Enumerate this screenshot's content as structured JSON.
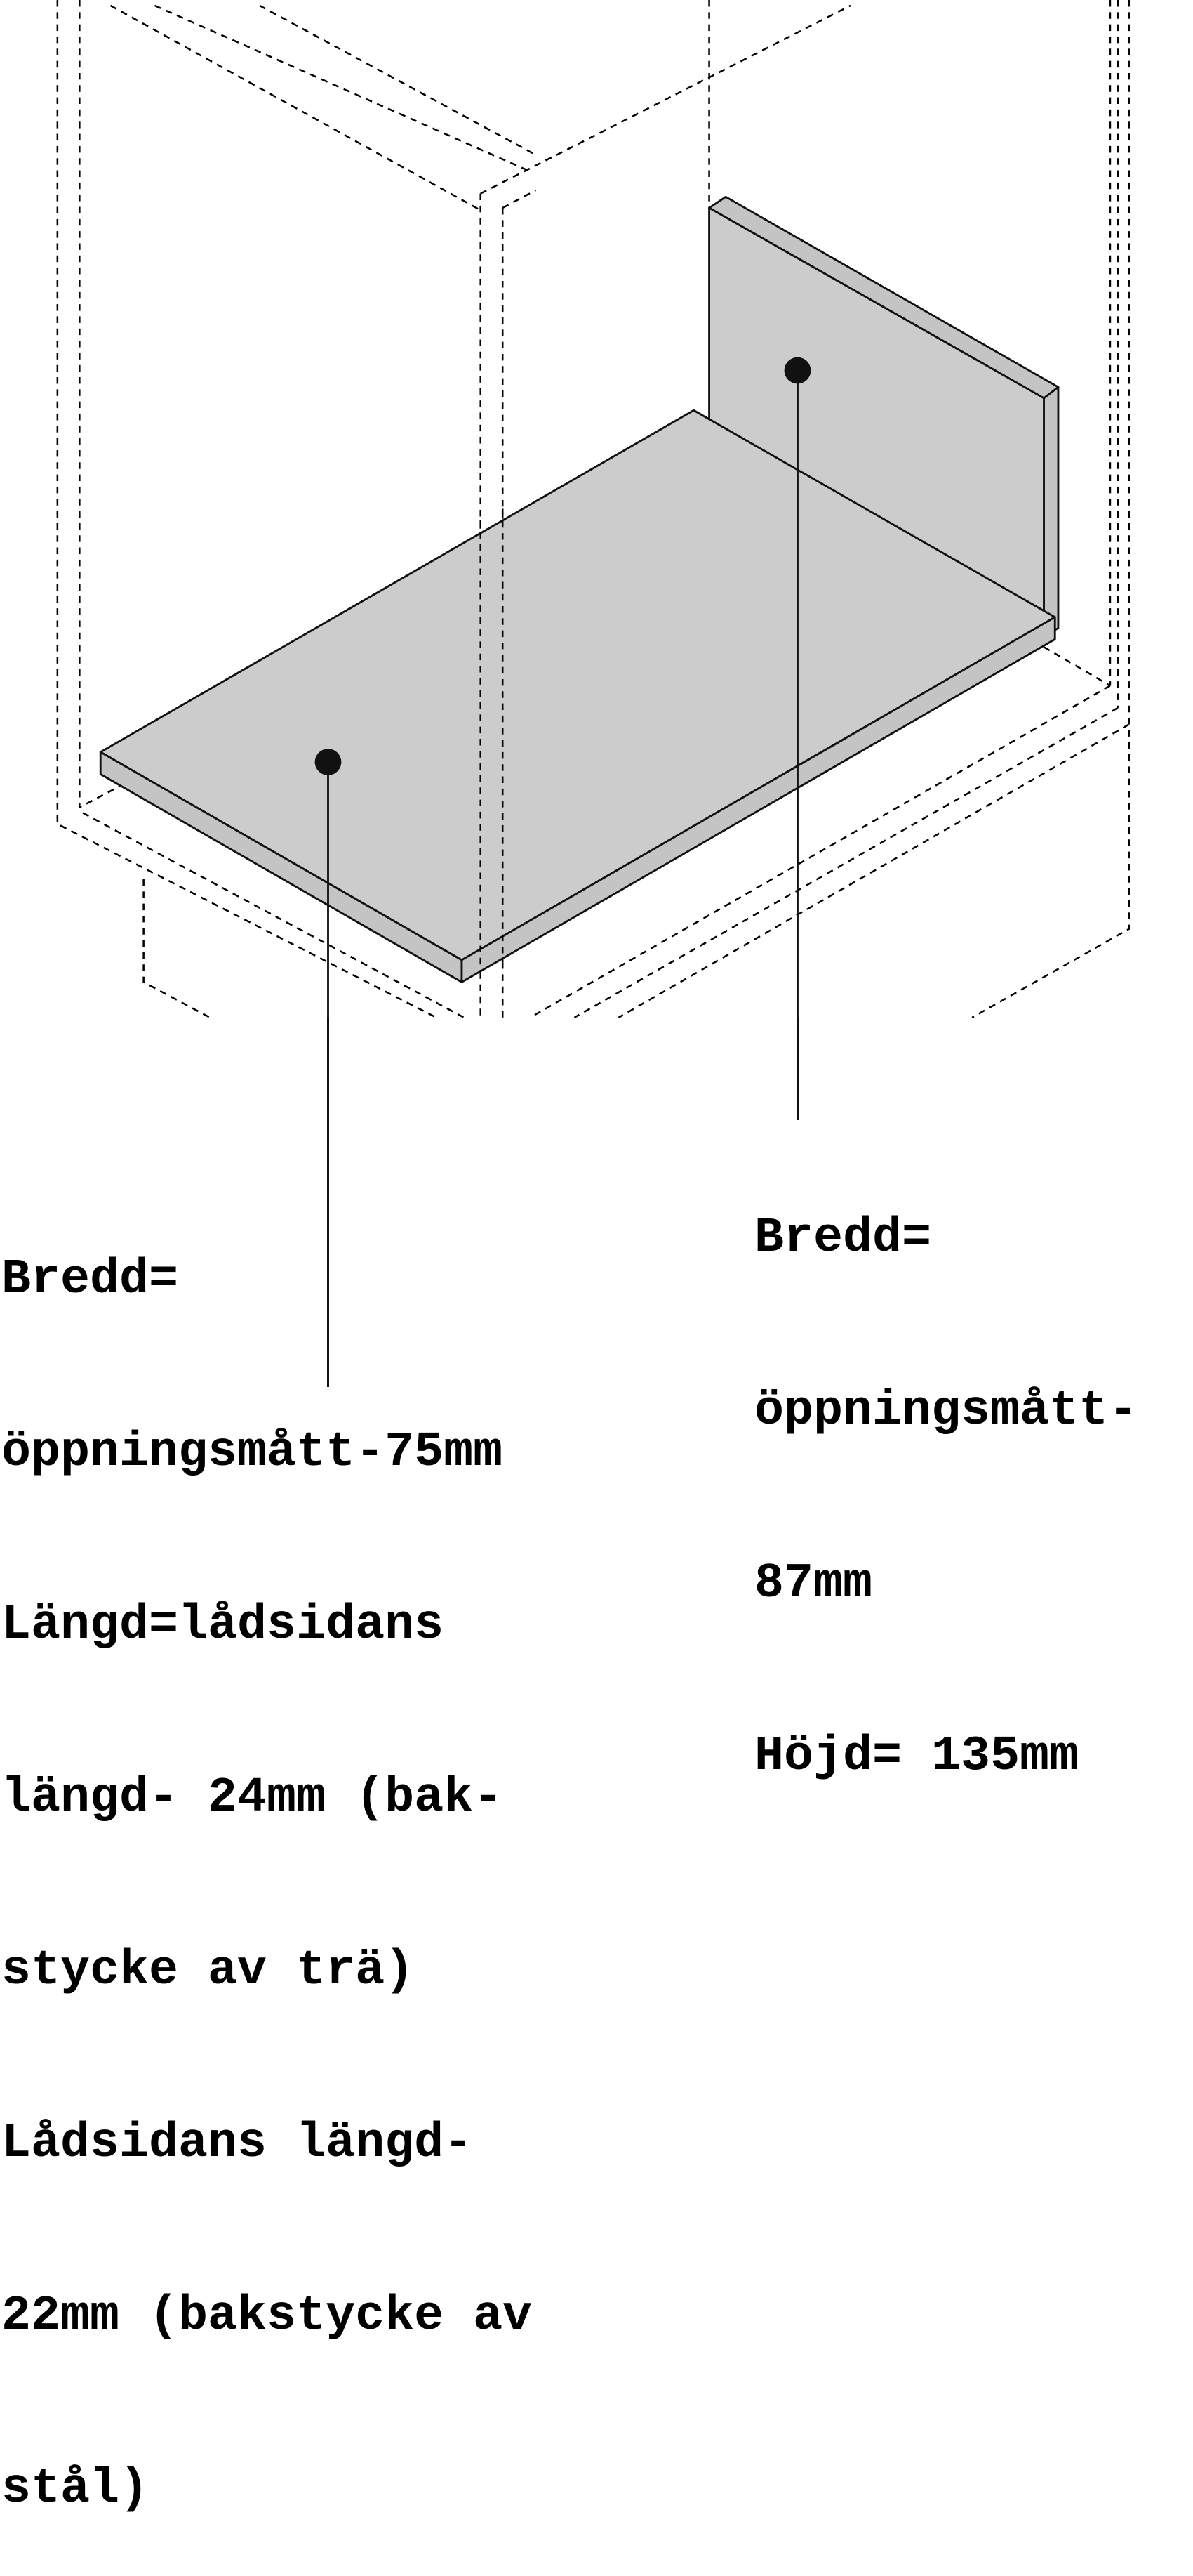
{
  "colors": {
    "panel_fill": "#cccccc",
    "panel_side": "#c4c4c4",
    "line": "#111111",
    "dot": "#111111"
  },
  "callouts": {
    "bottom_plate": {
      "lines": [
        "Bredd=",
        "öppningsmått-75mm",
        "Längd=lådsidans",
        "längd- 24mm (bak-",
        "stycke av trä)",
        "Lådsidans längd-",
        "22mm (bakstycke av",
        "stål)"
      ]
    },
    "back_panel": {
      "lines": [
        "Bredd=",
        "öppningsmått-",
        "87mm",
        "Höjd= 135mm"
      ]
    }
  }
}
